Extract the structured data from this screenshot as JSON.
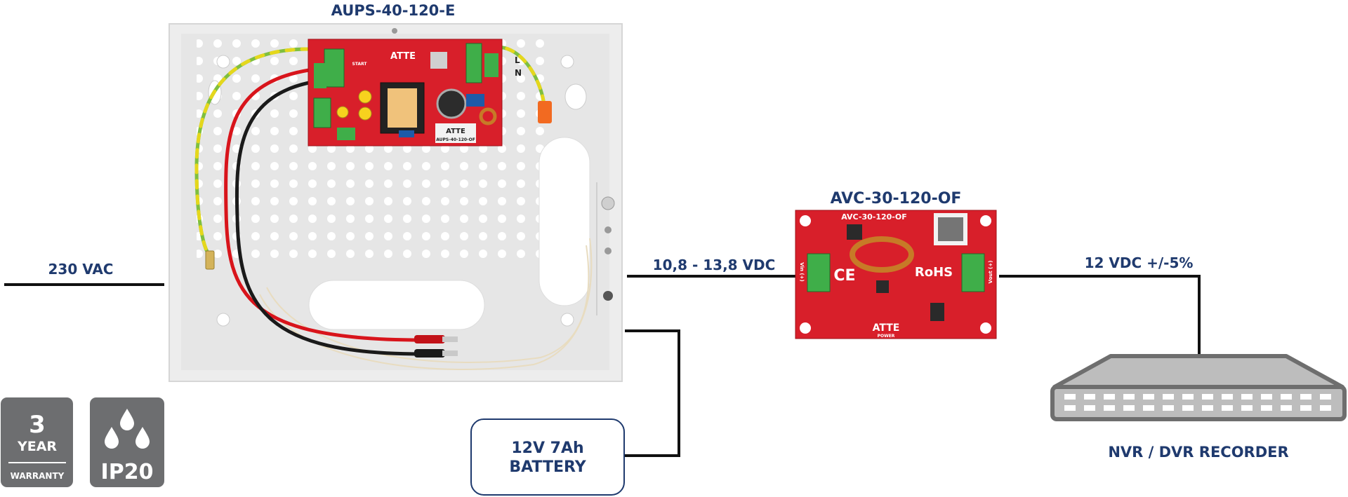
{
  "labels": {
    "psu_title": "AUPS-40-120-E",
    "converter_title": "AVC-30-120-OF",
    "input_voltage": "230 VAC",
    "battery_voltage": "10,8 - 13,8 VDC",
    "output_voltage": "12 VDC +/-5%",
    "battery_line1": "12V 7Ah",
    "battery_line2": "BATTERY",
    "recorder": "NVR / DVR RECORDER"
  },
  "psu_board": {
    "brand": "ATTE",
    "model": "AUPS-40-120-OF",
    "start": "START",
    "terminal_l": "L",
    "terminal_n": "N"
  },
  "converter_board": {
    "model": "AVC-30-120-OF",
    "rohs": "RoHS",
    "ce": "CE",
    "brand": "ATTE",
    "sub_brand": "POWER",
    "vin": "Vin (+)",
    "vout": "Vout (+)"
  },
  "badges": {
    "warranty_number": "3",
    "warranty_year": "YEAR",
    "warranty_label": "WARRANTY",
    "ip_rating": "IP20"
  },
  "colors": {
    "title": "#1f3a6e",
    "pcb": "#d81f2a",
    "badge": "#6d6e70",
    "line": "#111111",
    "enclosure": "#ececec"
  },
  "icons": {
    "recorder": "nvr-recorder-icon",
    "water": "water-drops-icon"
  }
}
